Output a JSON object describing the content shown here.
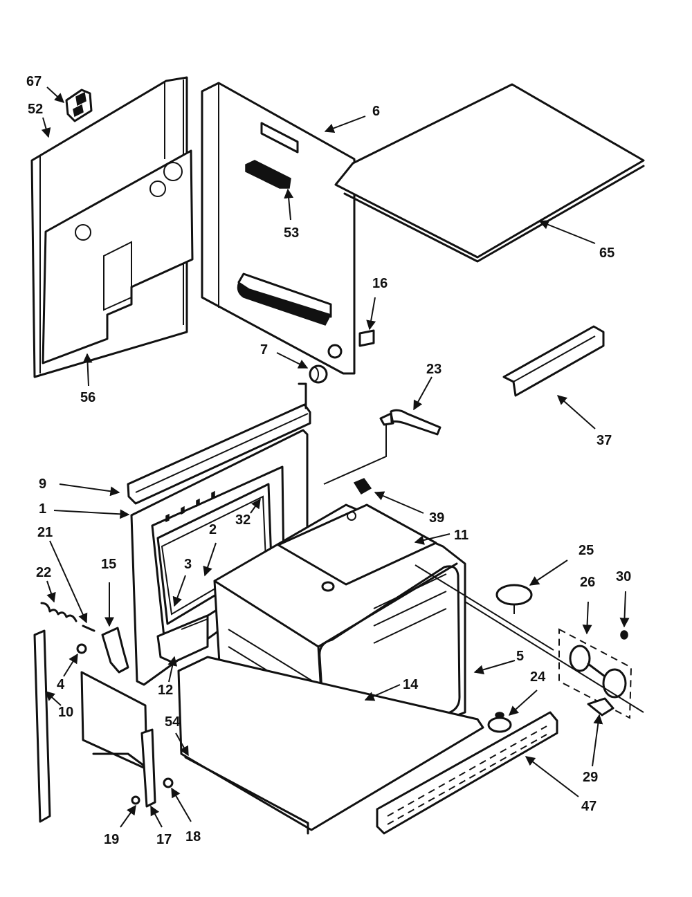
{
  "diagram": {
    "callouts": {
      "c67": "67",
      "c52": "52",
      "c6": "6",
      "c53": "53",
      "c65": "65",
      "c16": "16",
      "c7": "7",
      "c56": "56",
      "c23": "23",
      "c37": "37",
      "c9": "9",
      "c1": "1",
      "c39": "39",
      "c11": "11",
      "c21": "21",
      "c32": "32",
      "c2": "2",
      "c22": "22",
      "c15": "15",
      "c3": "3",
      "c25": "25",
      "c26": "26",
      "c30": "30",
      "c4": "4",
      "c10": "10",
      "c12": "12",
      "c5": "5",
      "c24": "24",
      "c14": "14",
      "c54": "54",
      "c29": "29",
      "c47": "47",
      "c19": "19",
      "c17": "17",
      "c18": "18"
    }
  }
}
